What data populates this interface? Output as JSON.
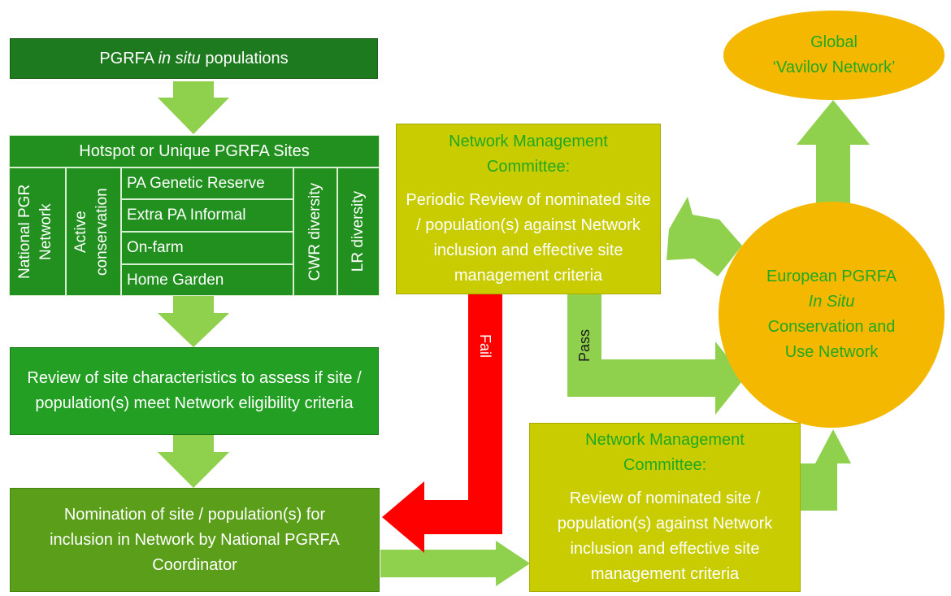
{
  "boxes": {
    "populations": {
      "pre": "PGRFA ",
      "em": "in situ",
      "post": " populations"
    },
    "hotspot": {
      "title": "Hotspot or Unique PGRFA Sites",
      "col_national": "National PGR Network",
      "col_active": "Active conservation",
      "rows": [
        "PA Genetic Reserve",
        "Extra PA Informal",
        "On-farm",
        "Home Garden"
      ],
      "col_cwr": "CWR diversity",
      "col_lr": "LR diversity"
    },
    "review_site": "Review of site characteristics to assess if site / population(s) meet Network eligibility criteria",
    "nomination": "Nomination of site / population(s) for inclusion in Network by National PGRFA Coordinator",
    "committee_top": {
      "heading": "Network Management Committee:",
      "body": "Periodic Review of nominated site / population(s) against Network inclusion and effective site management criteria"
    },
    "committee_bottom": {
      "heading": "Network Management Committee:",
      "body": "Review of nominated site / population(s) against Network inclusion and effective site management criteria"
    },
    "global": {
      "line1": "Global",
      "line2": "‘Vavilov Network’"
    },
    "european": {
      "line1": "European PGRFA",
      "line2": "In Situ",
      "line3": "Conservation and",
      "line4": "Use Network"
    }
  },
  "labels": {
    "fail": "Fail",
    "pass": "Pass"
  },
  "colors": {
    "arrow_light_green": "#8fd04d",
    "arrow_red": "#ff0000",
    "dark_green": "#1e7a1e",
    "mid_green": "#23a023",
    "olive_green": "#5a9e1a",
    "yellow_green": "#c8cc00",
    "orange_yellow": "#f5b800",
    "heading_green": "#21a821"
  }
}
